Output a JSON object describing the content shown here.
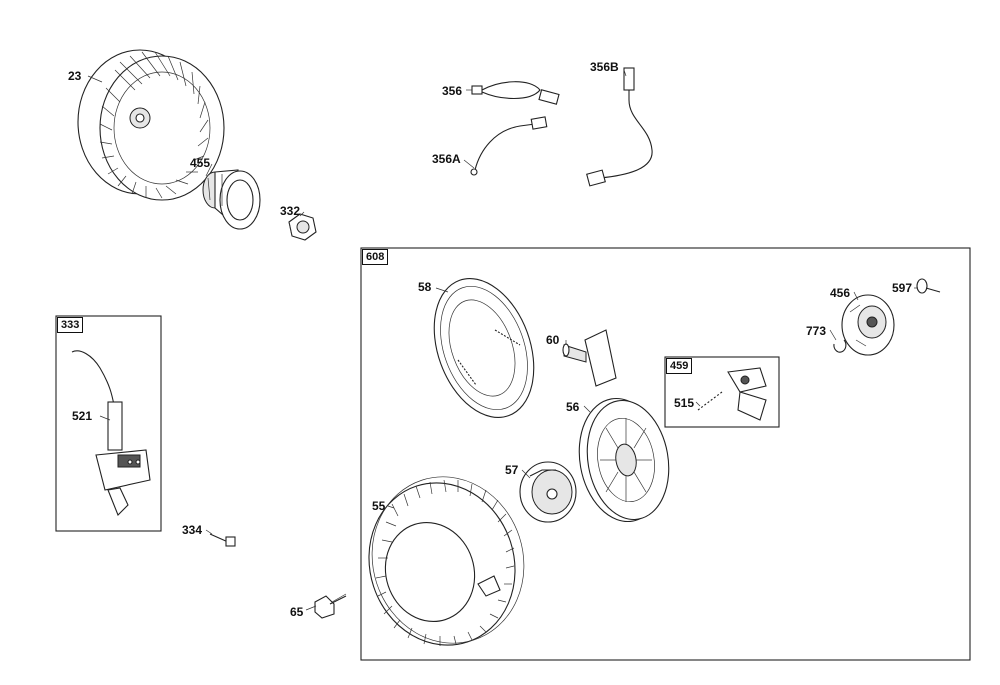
{
  "diagram": {
    "labels": {
      "p23": "23",
      "p455": "455",
      "p332": "332",
      "p356": "356",
      "p356A": "356A",
      "p356B": "356B",
      "p333": "333",
      "p521": "521",
      "p334": "334",
      "p65": "65",
      "p608": "608",
      "p58": "58",
      "p60": "60",
      "p459": "459",
      "p515": "515",
      "p456": "456",
      "p597": "597",
      "p773": "773",
      "p56": "56",
      "p57": "57",
      "p55": "55"
    }
  }
}
